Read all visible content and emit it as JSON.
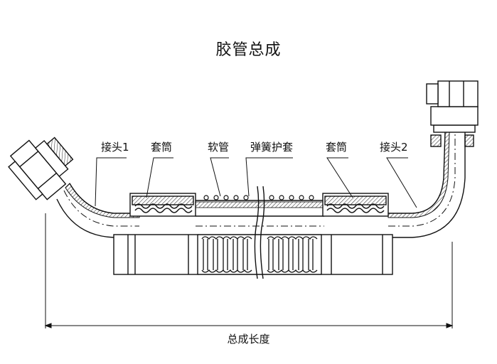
{
  "title": "胶管总成",
  "labels": {
    "fitting_1": "接头1",
    "sleeve_left": "套筒",
    "hose": "软管",
    "spring_guard": "弹簧护套",
    "sleeve_right": "套筒",
    "fitting_2": "接头2"
  },
  "dimension": {
    "total_length": "总成长度"
  },
  "colors": {
    "line": "#111111",
    "background": "#ffffff"
  }
}
